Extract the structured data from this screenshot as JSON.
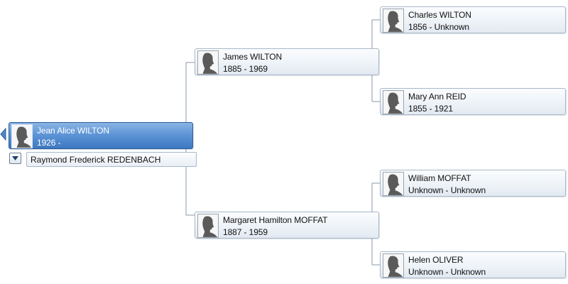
{
  "selected_person": {
    "name": "Jean Alice WILTON",
    "dates": "1926 -",
    "icon": "silhouette-icon"
  },
  "spouse": {
    "name": "Raymond Frederick REDENBACH"
  },
  "parents": {
    "father": {
      "name": "James WILTON",
      "dates": "1885 - 1969"
    },
    "mother": {
      "name": "Margaret Hamilton MOFFAT",
      "dates": "1887 - 1959"
    }
  },
  "grandparents": {
    "paternal_grandfather": {
      "name": "Charles WILTON",
      "dates": "1856 - Unknown"
    },
    "paternal_grandmother": {
      "name": "Mary Ann REID",
      "dates": "1855 - 1921"
    },
    "maternal_grandfather": {
      "name": "William MOFFAT",
      "dates": "Unknown - Unknown"
    },
    "maternal_grandmother": {
      "name": "Helen OLIVER",
      "dates": "Unknown - Unknown"
    }
  },
  "icons": {
    "portrait": "silhouette-icon",
    "spouse_dropdown": "chevron-down-icon",
    "navigate_back": "triangle-left-icon"
  },
  "colors": {
    "selected_node": "#4f87cc",
    "node_border": "#a9b8c9",
    "connector_line": "#8a98a8",
    "silhouette": "#5a5a5a"
  }
}
